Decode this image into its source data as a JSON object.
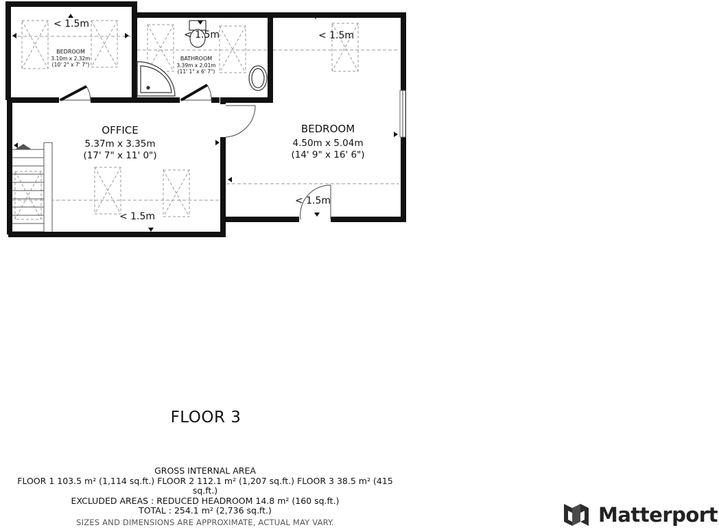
{
  "rooms": {
    "bedroom_small": {
      "name": "BEDROOM",
      "metric": "3.10m x 2.32m",
      "imperial": "(10' 2\" x 7' 7\")"
    },
    "bathroom": {
      "name": "BATHROOM",
      "metric": "3.39m x 2.01m",
      "imperial": "(11' 1\" x 6' 7\")"
    },
    "office": {
      "name": "OFFICE",
      "metric": "5.37m x 3.35m",
      "imperial": "(17' 7\" x 11' 0\")"
    },
    "bedroom_large": {
      "name": "BEDROOM",
      "metric": "4.50m x 5.04m",
      "imperial": "(14' 9\" x 16' 6\")"
    }
  },
  "headroom_label": "< 1.5m",
  "floor_title": "FLOOR 3",
  "summary": {
    "line1": "GROSS INTERNAL AREA",
    "line2": "FLOOR 1 103.5 m² (1,114 sq.ft.)    FLOOR 2 112.1 m² (1,207 sq.ft.)    FLOOR 3 38.5 m² (415 sq.ft.)",
    "line3": "EXCLUDED AREAS :  REDUCED HEADROOM 14.8 m² (160 sq.ft.)",
    "line4": "TOTAL :  254.1 m² (2,736 sq.ft.)",
    "disclaimer": "SIZES AND DIMENSIONS ARE APPROXIMATE, ACTUAL MAY VARY."
  },
  "brand": {
    "name": "Matterport",
    "color": "#222222"
  }
}
